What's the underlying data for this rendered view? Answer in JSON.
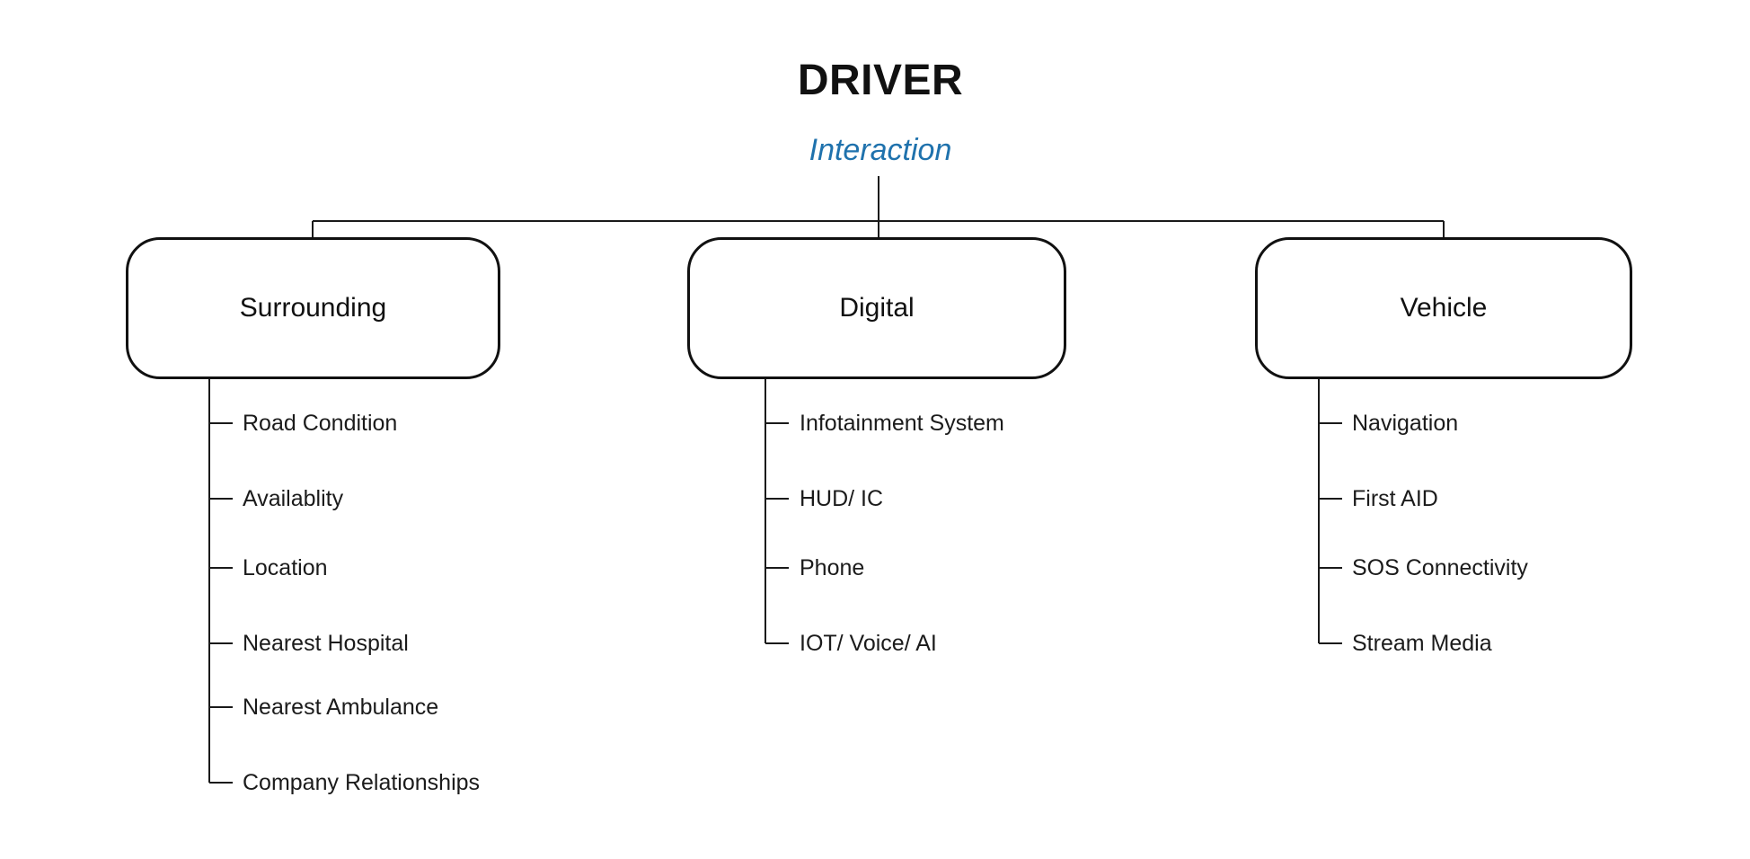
{
  "title": "DRIVER",
  "subtitle": "Interaction",
  "colors": {
    "accent_blue": "#1f72ad",
    "line": "#1a1a1a",
    "text": "#1a1a1a",
    "background": "#ffffff"
  },
  "columns": [
    {
      "label": "Surrounding",
      "items": [
        "Road Condition",
        "Availablity",
        "Location",
        "Nearest Hospital",
        "Nearest Ambulance",
        "Company Relationships"
      ]
    },
    {
      "label": "Digital",
      "items": [
        "Infotainment System",
        "HUD/ IC",
        "Phone",
        "IOT/ Voice/ AI"
      ]
    },
    {
      "label": "Vehicle",
      "items": [
        "Navigation",
        "First AID",
        "SOS Connectivity",
        "Stream Media"
      ]
    }
  ]
}
